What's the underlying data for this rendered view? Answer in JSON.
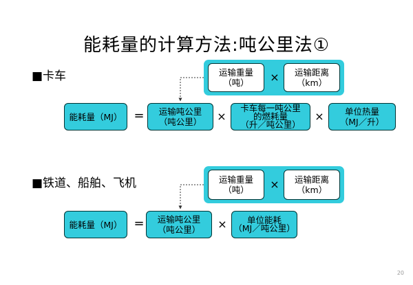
{
  "title": "能耗量的计算方法:吨公里法①",
  "sections": [
    {
      "heading": "■卡车",
      "factors": [
        {
          "line1": "运输重量",
          "line2": "（吨）"
        },
        {
          "line1": "运输距离",
          "line2": "（km）"
        }
      ],
      "formula": {
        "result": "能耗量（MJ）",
        "tonkm": {
          "line1": "运输吨公里",
          "line2": "（吨公里）"
        },
        "fuel": {
          "line1": "卡车每一吨公里",
          "line2": "的燃耗量",
          "line3": "（升／吨公里）"
        },
        "heat": {
          "line1": "单位热量",
          "line2": "（MJ／升）"
        }
      }
    },
    {
      "heading": "■铁道、船舶、飞机",
      "factors": [
        {
          "line1": "运输重量",
          "line2": "（吨）"
        },
        {
          "line1": "运输距离",
          "line2": "（km）"
        }
      ],
      "formula": {
        "result": "能耗量（MJ）",
        "tonkm": {
          "line1": "运输吨公里",
          "line2": "（吨公里）"
        },
        "energy": {
          "line1": "单位能耗",
          "line2": "（MJ／吨公里）"
        }
      }
    }
  ],
  "operators": {
    "times": "×",
    "equals": "="
  },
  "page_number": "20",
  "colors": {
    "box_fill": "#33ccdd",
    "box_border": "#003333",
    "connector": "#333333"
  }
}
